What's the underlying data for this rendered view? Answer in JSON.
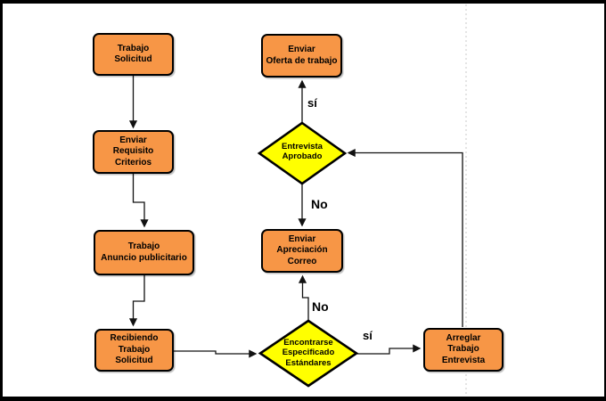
{
  "nodes": {
    "trabajo_solicitud": {
      "type": "process",
      "label": "Trabajo\nSolicitud"
    },
    "enviar_requisito": {
      "type": "process",
      "label": "Enviar\nRequisito\nCriterios"
    },
    "trabajo_anuncio": {
      "type": "process",
      "label": "Trabajo\nAnuncio publicitario"
    },
    "recibiendo_trabajo": {
      "type": "process",
      "label": "Recibiendo\nTrabajo\nSolicitud"
    },
    "enviar_oferta": {
      "type": "process",
      "label": "Enviar\nOferta de trabajo"
    },
    "enviar_apreciacion": {
      "type": "process",
      "label": "Enviar\nApreciación\nCorreo"
    },
    "arreglar_trabajo": {
      "type": "process",
      "label": "Arreglar\nTrabajo\nEntrevista"
    },
    "entrevista_aprobado": {
      "type": "decision",
      "label": "Entrevista\nAprobado"
    },
    "encontrarse_especificado": {
      "type": "decision",
      "label": "Encontrarse\nEspecificado\nEstándares"
    }
  },
  "edge_labels": {
    "si_to_oferta": "sí",
    "no_to_apreciacion": "No",
    "no_from_especificado": "No",
    "si_to_arreglar": "sí"
  },
  "colors": {
    "process_fill": "#f79646",
    "decision_fill": "#ffff00",
    "stroke": "#000000",
    "line_color": "#111111",
    "divider": "#c9c9c9"
  }
}
